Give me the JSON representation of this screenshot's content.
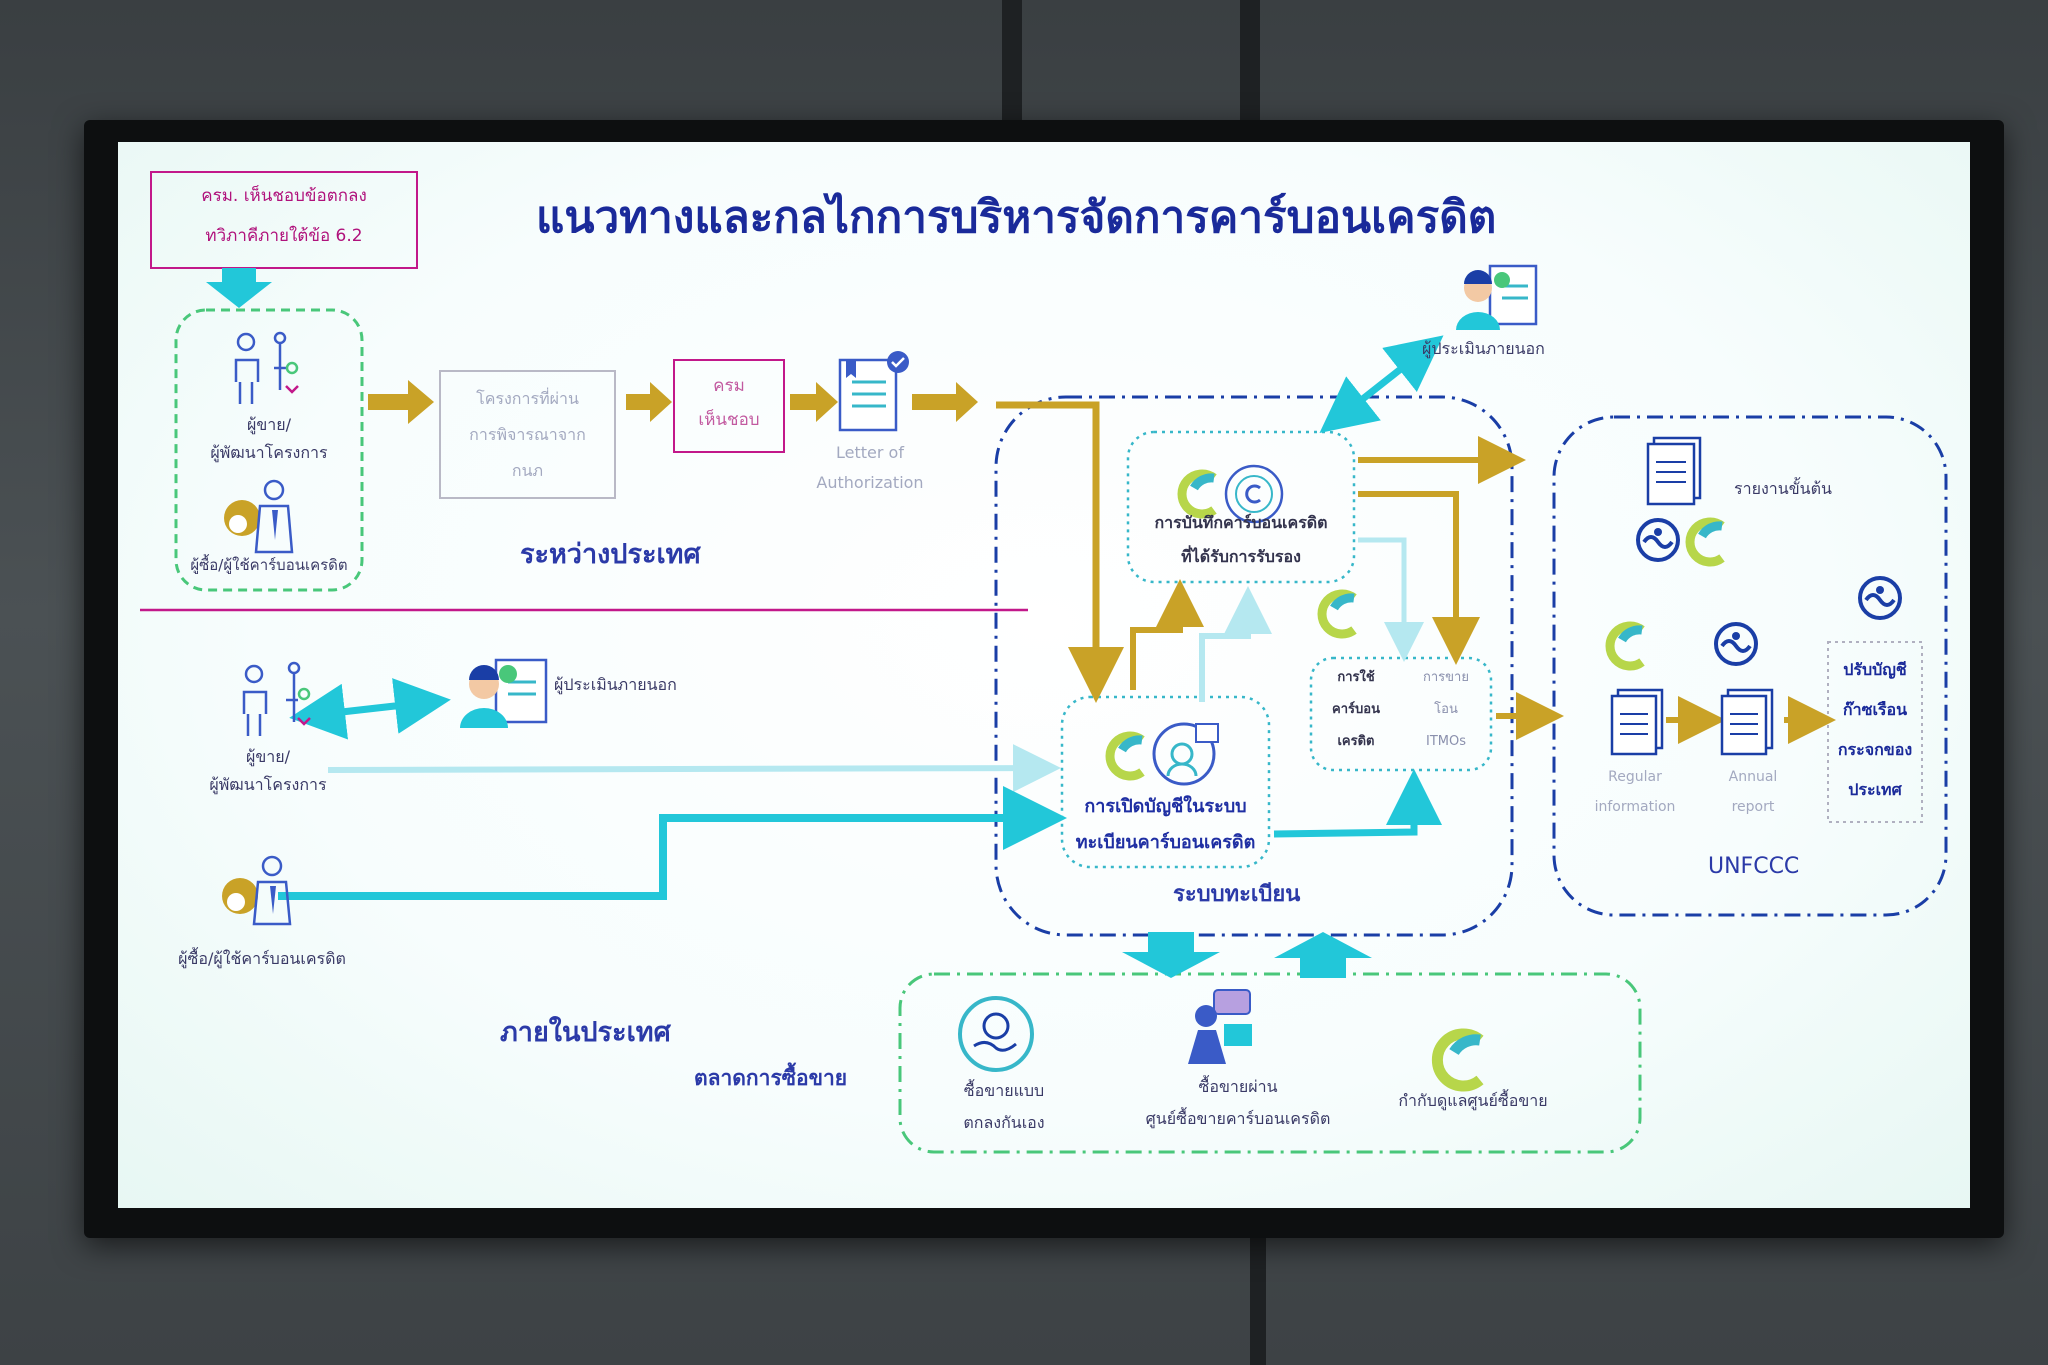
{
  "title": "แนวทางและกลไกการบริหารจัดการคาร์บอนเครดิต",
  "top_note": {
    "line1": "ครม. เห็นชอบข้อตกลง",
    "line2": "ทวิภาคีภายใต้ข้อ 6.2"
  },
  "international": {
    "label": "ระหว่างประเทศ",
    "seller_label_1": "ผู้ขาย/",
    "seller_label_2": "ผู้พัฒนาโครงการ",
    "buyer_label": "ผู้ซื้อ/ผู้ใช้คาร์บอนเครดิต",
    "project_box": [
      "โครงการที่ผ่าน",
      "การพิจารณาจาก",
      "กนภ"
    ],
    "cabinet_box": [
      "ครม",
      "เห็นชอบ"
    ],
    "loa": [
      "Letter of",
      "Authorization"
    ],
    "external_assessor": "ผู้ประเมินภายนอก"
  },
  "domestic": {
    "label": "ภายในประเทศ",
    "seller_label_1": "ผู้ขาย/",
    "seller_label_2": "ผู้พัฒนาโครงการ",
    "buyer_label": "ผู้ซื้อ/ผู้ใช้คาร์บอนเครดิต",
    "external_assessor": "ผู้ประเมินภายนอก"
  },
  "registry": {
    "label": "ระบบทะเบียน",
    "record_box": [
      "การบันทึกคาร์บอนเครดิต",
      "ที่ได้รับการรับรอง"
    ],
    "account_box": [
      "การเปิดบัญชีในระบบ",
      "ทะเบียนคาร์บอนเครดิต"
    ],
    "use_box": [
      "การใช้",
      "คาร์บอน",
      "เครดิต"
    ],
    "transfer_box": [
      "การขาย",
      "โอน",
      "ITMOs"
    ]
  },
  "unfccc": {
    "label": "UNFCCC",
    "initial_report": "รายงานขั้นต้น",
    "regular_info": [
      "Regular",
      "information"
    ],
    "annual_report": [
      "Annual",
      "report"
    ],
    "adjust_box": [
      "ปรับบัญชี",
      "ก๊าซเรือน",
      "กระจกของ",
      "ประเทศ"
    ]
  },
  "market": {
    "label": "ตลาดการซื้อขาย",
    "direct": [
      "ซื้อขายแบบ",
      "ตกลงกันเอง"
    ],
    "exchange": [
      "ซื้อขายผ่าน",
      "ศูนย์ซื้อขายคาร์บอนเครดิต"
    ],
    "supervise": "กำกับดูแลศูนย์ซื้อขาย"
  },
  "colors": {
    "title": "#1a2a9a",
    "gold_arrow": "#c9a227",
    "cyan_arrow": "#22c7d9",
    "light_cyan_arrow": "#b5e8f0",
    "navy_dash": "#1a3ea6",
    "green_dash": "#49c77a",
    "magenta": "#c2188a",
    "brand_green": "#b7d64a"
  },
  "icons": [
    "handshake-people-icon",
    "businessman-money-icon",
    "document-icon",
    "certificate-icon",
    "assessor-icon",
    "carbon-c-icon",
    "unfccc-logo-icon",
    "hand-coin-icon",
    "trader-icon"
  ]
}
